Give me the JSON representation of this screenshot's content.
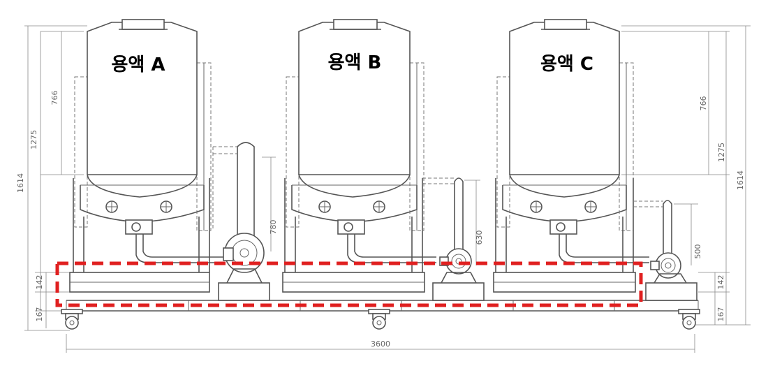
{
  "tanks": [
    {
      "label": "용액 A"
    },
    {
      "label": "용액 B"
    },
    {
      "label": "용액 C"
    }
  ],
  "dimensions": {
    "overall_width": "3600",
    "total_height": "1614",
    "tank_body": "1275",
    "tank_upper": "766",
    "base_frame": "142",
    "wheel_height": "167",
    "pipe_a": "780",
    "pipe_b": "630",
    "pipe_c": "500"
  },
  "highlight_color": "#e02020"
}
